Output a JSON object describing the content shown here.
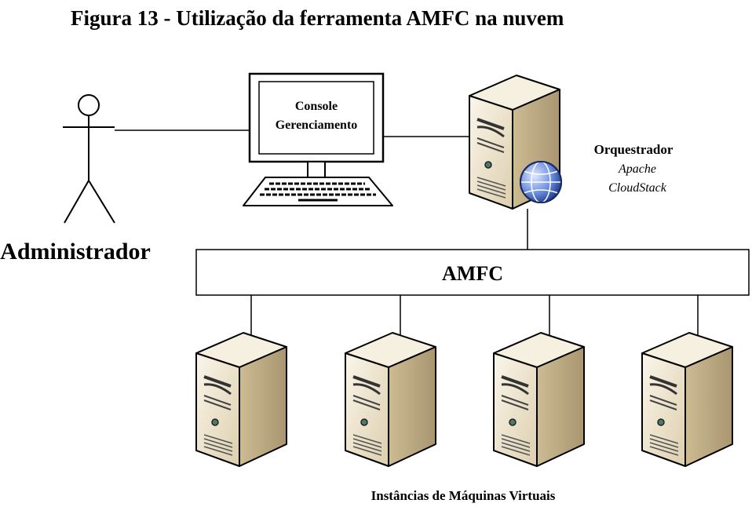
{
  "title": "Figura 13 - Utilização da ferramenta AMFC na nuvem",
  "admin_label": "Administrador",
  "console_label": [
    "Console",
    "Gerenciamento"
  ],
  "orchestrator": {
    "name": "Orquestrador",
    "software": [
      "Apache",
      "CloudStack"
    ]
  },
  "bus_label": "AMFC",
  "vm_caption": "Instâncias de Máquinas Virtuais",
  "vm_count": 4,
  "colors": {
    "server_front": "#efe6d2",
    "server_side": "#c2b08a",
    "server_top": "#f7f1e3",
    "globe": "#3a5fb8",
    "lines": "#000000"
  }
}
